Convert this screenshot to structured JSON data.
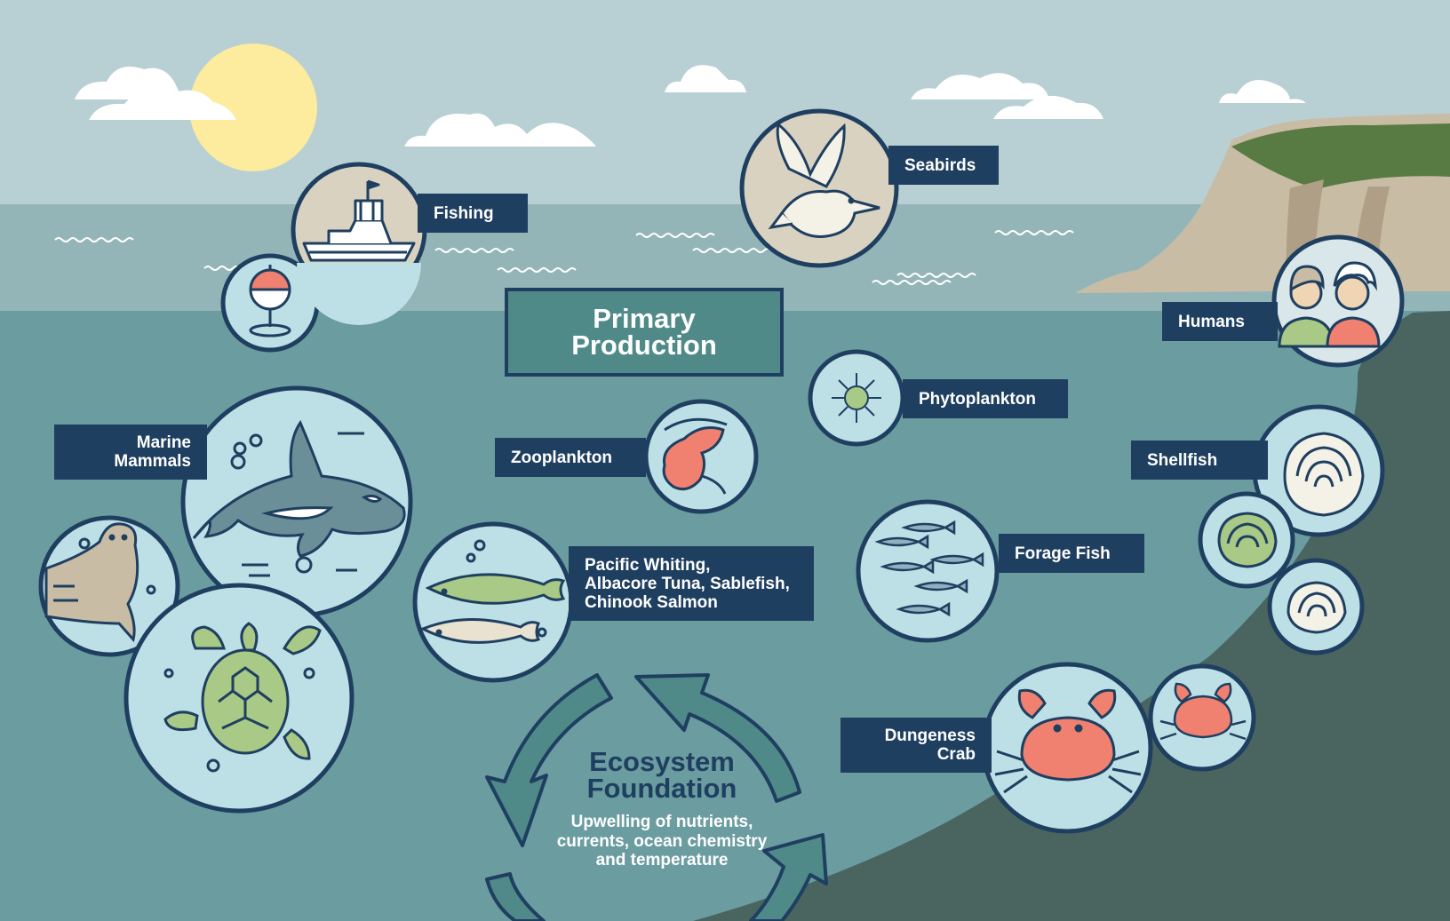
{
  "colors": {
    "sky": "#b8cfd3",
    "sea_surface": "#94b5b8",
    "ocean": "#6a9ca0",
    "seafloor": "#4a6460",
    "label_bg": "#1f3f60",
    "circle_fill": "#bde0e7",
    "coral": "#f08070",
    "sun": "#fdeb9e",
    "cliff_grass": "#587b43",
    "cliff_rock": "#c8bca5"
  },
  "center": {
    "primary_production": "Primary\nProduction",
    "ecosystem_title": "Ecosystem\nFoundation",
    "ecosystem_desc": "Upwelling of nutrients, currents, ocean chemistry and temperature"
  },
  "labels": {
    "fishing": "Fishing",
    "seabirds": "Seabirds",
    "humans": "Humans",
    "phytoplankton": "Phytoplankton",
    "zooplankton": "Zooplankton",
    "marine_mammals": "Marine\nMammals",
    "shellfish": "Shellfish",
    "forage_fish": "Forage Fish",
    "fish_species": "Pacific Whiting,\nAlbacore Tuna, Sablefish,\nChinook Salmon",
    "dungeness_crab": "Dungeness\nCrab"
  },
  "icons": {
    "fishing": [
      "fishing-boat-icon",
      "fishing-bobber-icon"
    ],
    "seabirds": "seabird-icon",
    "humans": "people-icon",
    "phytoplankton": "phytoplankton-icon",
    "zooplankton": "shrimp-icon",
    "marine_mammals": [
      "orca-icon",
      "seal-icon",
      "sea-turtle-icon"
    ],
    "shellfish": [
      "oyster-shell-icon",
      "scallop-shell-icon",
      "clam-shell-icon"
    ],
    "forage_fish": "sardine-school-icon",
    "fish_species": "groundfish-icon",
    "dungeness_crab": [
      "crab-icon",
      "small-crab-icon"
    ],
    "cycle": "cycle-arrows-icon"
  }
}
